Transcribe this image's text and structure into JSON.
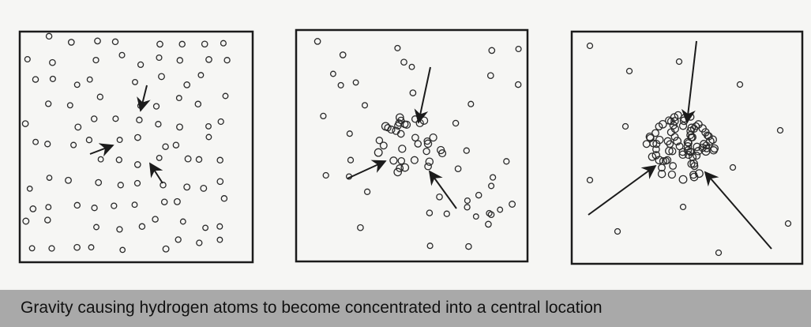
{
  "caption": "Gravity causing hydrogen atoms to become concentrated into a central location",
  "colors": {
    "ink": "#1b1b1b",
    "paper": "#f6f6f4",
    "caption_bar": "#a9a9a9"
  },
  "panels": [
    {
      "id": "dispersed",
      "stage": 1,
      "description_icon": "scattered-atoms"
    },
    {
      "id": "clustering",
      "stage": 2,
      "description_icon": "partial-cluster"
    },
    {
      "id": "concentrated",
      "stage": 3,
      "description_icon": "dense-cluster"
    }
  ]
}
